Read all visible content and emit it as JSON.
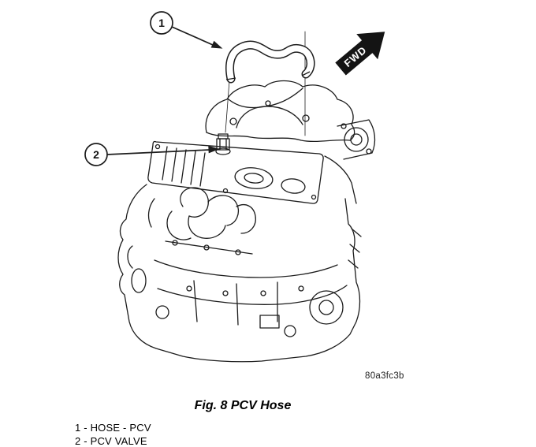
{
  "figure": {
    "caption": "Fig. 8 PCV Hose",
    "code": "80a3fc3b",
    "fwd_label": "FWD",
    "callouts": [
      {
        "number": "1",
        "label": "HOSE - PCV"
      },
      {
        "number": "2",
        "label": "PCV VALVE"
      }
    ],
    "legend": [
      "1 - HOSE - PCV",
      "2 - PCV VALVE"
    ]
  }
}
